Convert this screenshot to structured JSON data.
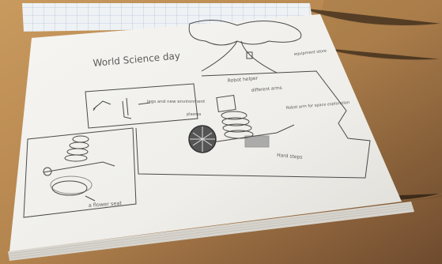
{
  "photo": {
    "colors": {
      "table_light": "#c99a5e",
      "table_dark": "#7a5233",
      "paper": "#f2f1ee",
      "paper_shadow": "#d9d7d2",
      "grid_paper": "#eef2f5",
      "grid_line": "#9fb3c8",
      "pencil": "#4a4a4a"
    },
    "sketch_text": {
      "title": "World Science day",
      "box1_label": "legs and new environment",
      "robot_label": "Robot helper",
      "robot_label2": "different arms",
      "robot_label3": "Robot arm for space exploration",
      "wheel_label": "plasma",
      "steps_label": "Hard steps",
      "seat_label": "a flower seat",
      "corner_label": "equipment store"
    }
  }
}
